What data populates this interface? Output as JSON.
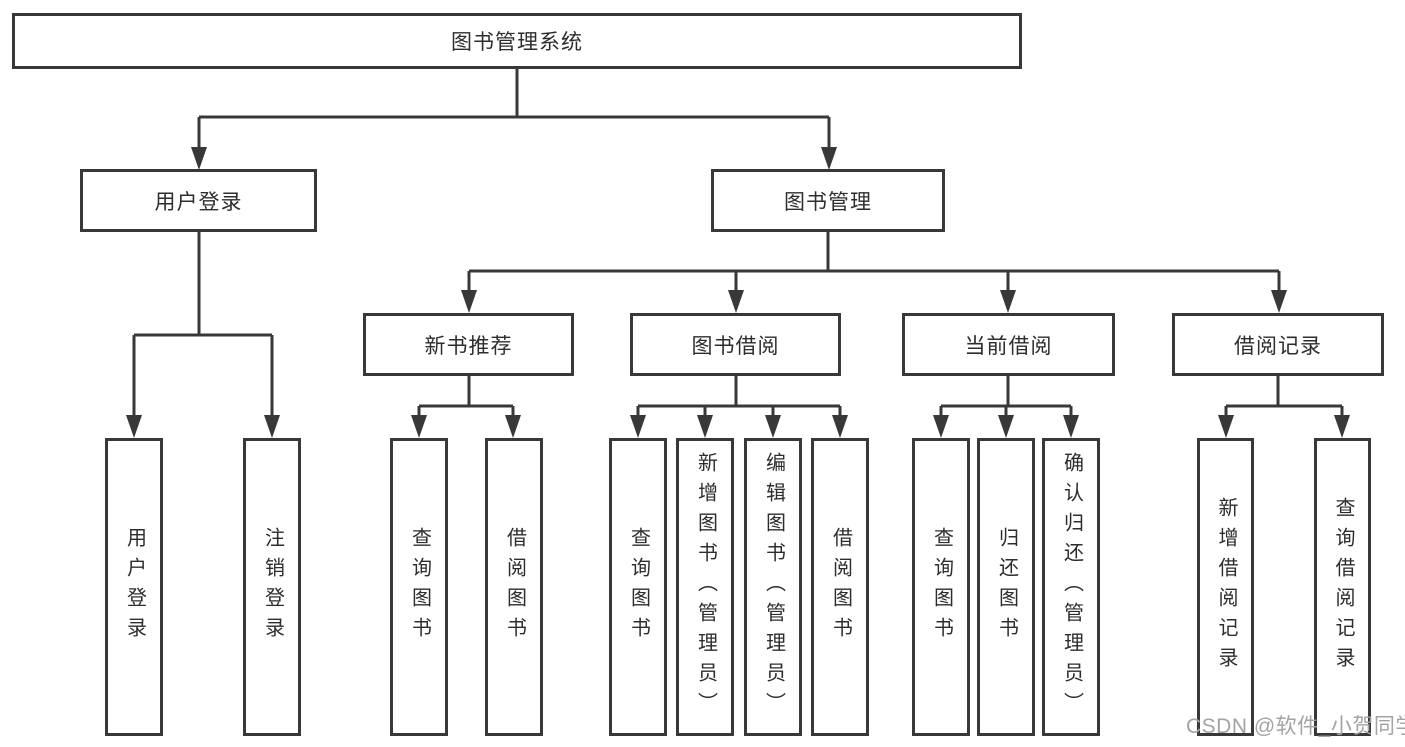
{
  "tree": {
    "label": "图书管理系统",
    "children": [
      {
        "label": "用户登录",
        "children": [
          {
            "label": "用户登录"
          },
          {
            "label": "注销登录"
          }
        ]
      },
      {
        "label": "图书管理",
        "children": [
          {
            "label": "新书推荐",
            "children": [
              {
                "label": "查询图书"
              },
              {
                "label": "借阅图书"
              }
            ]
          },
          {
            "label": "图书借阅",
            "children": [
              {
                "label": "查询图书"
              },
              {
                "label": "新增图书（管理员）"
              },
              {
                "label": "编辑图书（管理员）"
              },
              {
                "label": "借阅图书"
              }
            ]
          },
          {
            "label": "当前借阅",
            "children": [
              {
                "label": "查询图书"
              },
              {
                "label": "归还图书"
              },
              {
                "label": "确认归还（管理员）"
              }
            ]
          },
          {
            "label": "借阅记录",
            "children": [
              {
                "label": "新增借阅记录"
              },
              {
                "label": "查询借阅记录"
              }
            ]
          }
        ]
      }
    ]
  },
  "watermark": "CSDN @软件_小贺同学",
  "colors": {
    "line": "#383838",
    "text": "#2d2d2d",
    "watermark": "#a3a3a3",
    "background": "#ffffff"
  }
}
